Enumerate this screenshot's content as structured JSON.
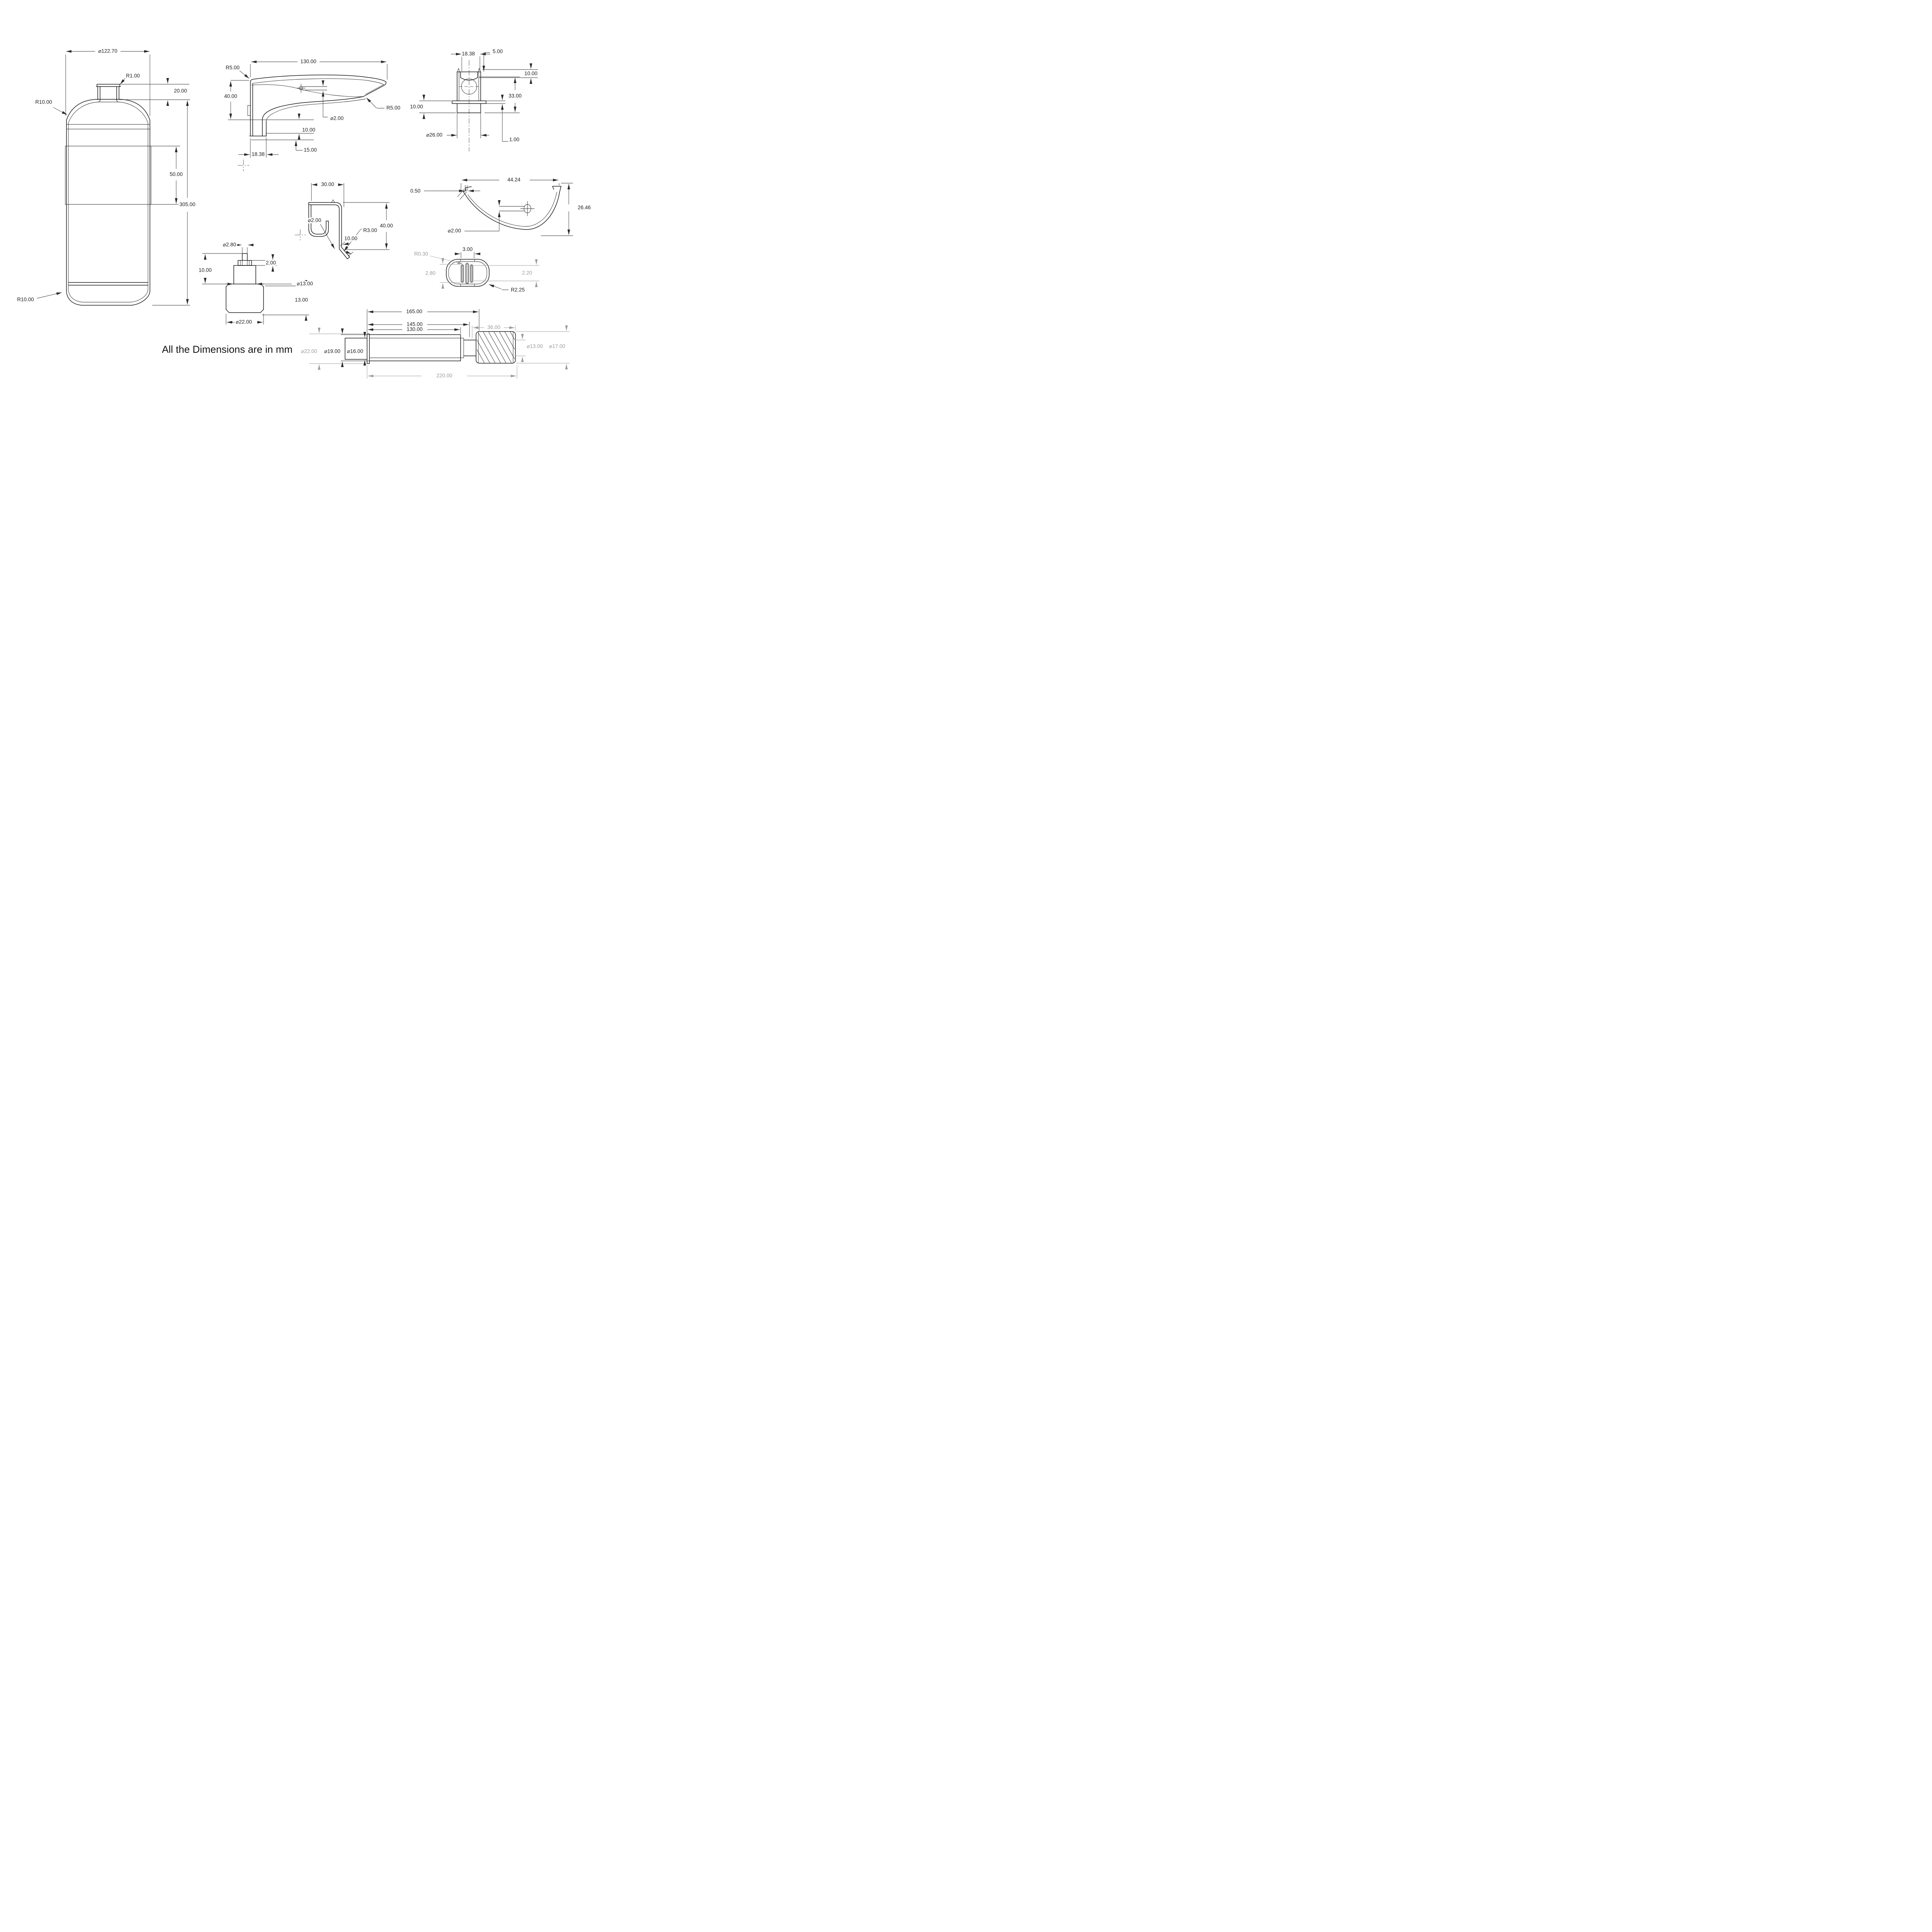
{
  "note": "All the Dimensions are in mm",
  "units": "mm",
  "colors": {
    "line": "#1b1b1b",
    "dim": "#2a2a2a",
    "dim_gray": "#9b9b9b",
    "background": "#ffffff"
  },
  "views": {
    "bottle": {
      "name": "bottle front view",
      "dia": "⌀122.70",
      "neck_radius": "R1.00",
      "neck_height": "20.00",
      "shoulder_radius": "R10.00",
      "band_height": "50.00",
      "total_height": "305.00",
      "bottom_radius": "R10.00"
    },
    "lever": {
      "name": "handle side view",
      "length": "130.00",
      "left_radius": "R5.00",
      "height": "40.00",
      "hole_dia": "⌀2.00",
      "tip_radius": "R5.00",
      "step_height": "10.00",
      "step_depth": "15.00",
      "mount_width": "18.38"
    },
    "socket": {
      "name": "socket front view",
      "width": "18.38",
      "rim_offset": "5.00",
      "notch_depth": "10.00",
      "height": "33.00",
      "collar_height": "10.00",
      "outer_dia": "⌀26.00",
      "flange_thickness": "1.00"
    },
    "hook": {
      "name": "bracket section view",
      "top_length": "30.00",
      "height": "40.00",
      "wire_dia": "⌀2.00",
      "bend_radius": "R3.00",
      "foot_length": "10.00"
    },
    "scoop": {
      "name": "scoop section view",
      "lip_gap": "0.50",
      "width": "44.24",
      "height": "26.46",
      "hole_dia": "⌀2.00"
    },
    "cap": {
      "name": "cap front view",
      "stem_dia": "⌀2.80",
      "rib_height": "2.00",
      "stem_height": "10.00",
      "collar_dia": "⌀13.00",
      "body_height": "13.00",
      "body_dia": "⌀22.00"
    },
    "oval": {
      "name": "grip top view",
      "slot_radius": "R0.30",
      "group_width": "3.00",
      "height_left": "2.80",
      "height_right": "2.20",
      "corner_radius": "R2.25"
    },
    "shaft": {
      "name": "shaft side view",
      "l165": "165.00",
      "l145": "145.00",
      "l130": "130.00",
      "knurl_len": "36.00",
      "d22": "⌀22.00",
      "d19": "⌀19.00",
      "d16": "⌀16.00",
      "d13": "⌀13.00",
      "d17": "⌀17.00",
      "total": "220.00"
    }
  }
}
